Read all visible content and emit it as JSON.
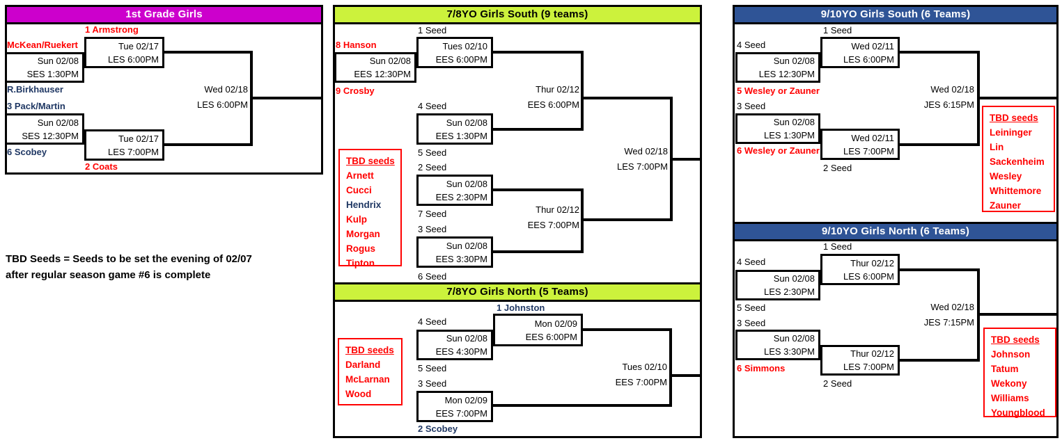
{
  "colors": {
    "magenta_header": "#CC00CC",
    "green_header": "#CCF23C",
    "blue_header": "#2F5496",
    "red_team": "#FF0000",
    "navy_team": "#203864",
    "line_black": "#000000",
    "tbd_border": "#FF0000"
  },
  "note": {
    "line1": "TBD Seeds = Seeds to be set the evening of 02/07",
    "line2": "after regular season game #6 is complete"
  },
  "grade1": {
    "title": "1st Grade Girls",
    "labels": {
      "seed1": "1 Armstrong",
      "mckean": "McKean/Ruekert",
      "birkhauser": "R.Birkhauser",
      "seed3": "3 Pack/Martin",
      "seed6": "6 Scobey",
      "seed2": "2 Coats"
    },
    "games": {
      "r1a": {
        "date": "Sun 02/08",
        "time": "SES 1:30PM"
      },
      "r1b": {
        "date": "Sun 02/08",
        "time": "SES 12:30PM"
      },
      "sf1": {
        "date": "Tue 02/17",
        "time": "LES 6:00PM"
      },
      "sf2": {
        "date": "Tue 02/17",
        "time": "LES 7:00PM"
      },
      "final": {
        "date": "Wed 02/18",
        "time": "LES 6:00PM"
      }
    }
  },
  "g78_south": {
    "title": "7/8YO Girls South (9 teams)",
    "labels": {
      "seed1": "1 Seed",
      "seed8": "8 Hanson",
      "seed9": "9 Crosby",
      "seed4": "4 Seed",
      "seed5": "5 Seed",
      "seed2": "2 Seed",
      "seed7": "7 Seed",
      "seed3": "3 Seed",
      "seed6": "6 Seed"
    },
    "games": {
      "playin": {
        "date": "Sun 02/08",
        "time": "EES 12:30PM"
      },
      "qf1": {
        "date": "Tues 02/10",
        "time": "EES 6:00PM"
      },
      "qf2": {
        "date": "Sun 02/08",
        "time": "EES 1:30PM"
      },
      "qf3": {
        "date": "Sun 02/08",
        "time": "EES 2:30PM"
      },
      "qf4": {
        "date": "Sun 02/08",
        "time": "EES 3:30PM"
      },
      "sf1": {
        "date": "Thur 02/12",
        "time": "EES 6:00PM"
      },
      "sf2": {
        "date": "Thur 02/12",
        "time": "EES 7:00PM"
      },
      "final": {
        "date": "Wed 02/18",
        "time": "LES 7:00PM"
      }
    },
    "tbd": {
      "heading": "TBD seeds",
      "names": [
        "Arnett",
        "Cucci",
        "Hendrix",
        "Kulp",
        "Morgan",
        "Rogus",
        "Tipton"
      ]
    }
  },
  "g78_north": {
    "title": "7/8YO Girls North (5 Teams)",
    "labels": {
      "seed1": "1 Johnston",
      "seed4": "4 Seed",
      "seed5": "5 Seed",
      "seed3": "3 Seed",
      "seed2": "2 Scobey"
    },
    "games": {
      "sf1": {
        "date": "Mon 02/09",
        "time": "EES 6:00PM"
      },
      "r1": {
        "date": "Sun 02/08",
        "time": "EES 4:30PM"
      },
      "sf2": {
        "date": "Mon 02/09",
        "time": "EES 7:00PM"
      },
      "final": {
        "date": "Tues 02/10",
        "time": "EES 7:00PM"
      }
    },
    "tbd": {
      "heading": "TBD seeds",
      "names": [
        "Darland",
        "McLarnan",
        "Wood"
      ]
    }
  },
  "g910_south": {
    "title": "9/10YO Girls South (6 Teams)",
    "labels": {
      "seed1": "1 Seed",
      "seed4": "4 Seed",
      "seed5": "5 Wesley or Zauner",
      "seed3": "3 Seed",
      "seed6": "6 Wesley or Zauner",
      "seed2": "2 Seed"
    },
    "games": {
      "r1a": {
        "date": "Sun 02/08",
        "time": "LES 12:30PM"
      },
      "r1b": {
        "date": "Sun 02/08",
        "time": "LES 1:30PM"
      },
      "sf1": {
        "date": "Wed 02/11",
        "time": "LES 6:00PM"
      },
      "sf2": {
        "date": "Wed 02/11",
        "time": "LES 7:00PM"
      },
      "final": {
        "date": "Wed 02/18",
        "time": "JES 6:15PM"
      }
    },
    "tbd": {
      "heading": "TBD seeds",
      "names": [
        "Leininger",
        "Lin",
        "Sackenheim",
        "Wesley",
        "Whittemore",
        "Zauner"
      ]
    }
  },
  "g910_north": {
    "title": "9/10YO Girls North (6 Teams)",
    "labels": {
      "seed1": "1 Seed",
      "seed4": "4 Seed",
      "seed5": "5 Seed",
      "seed3": "3 Seed",
      "seed6": "6 Simmons",
      "seed2": "2 Seed"
    },
    "games": {
      "r1a": {
        "date": "Sun 02/08",
        "time": "LES 2:30PM"
      },
      "r1b": {
        "date": "Sun 02/08",
        "time": "LES 3:30PM"
      },
      "sf1": {
        "date": "Thur 02/12",
        "time": "LES 6:00PM"
      },
      "sf2": {
        "date": "Thur 02/12",
        "time": "LES 7:00PM"
      },
      "final": {
        "date": "Wed 02/18",
        "time": "JES 7:15PM"
      }
    },
    "tbd": {
      "heading": "TBD seeds",
      "names": [
        "Johnson",
        "Tatum",
        "Wekony",
        "Williams",
        "Youngblood"
      ]
    }
  }
}
